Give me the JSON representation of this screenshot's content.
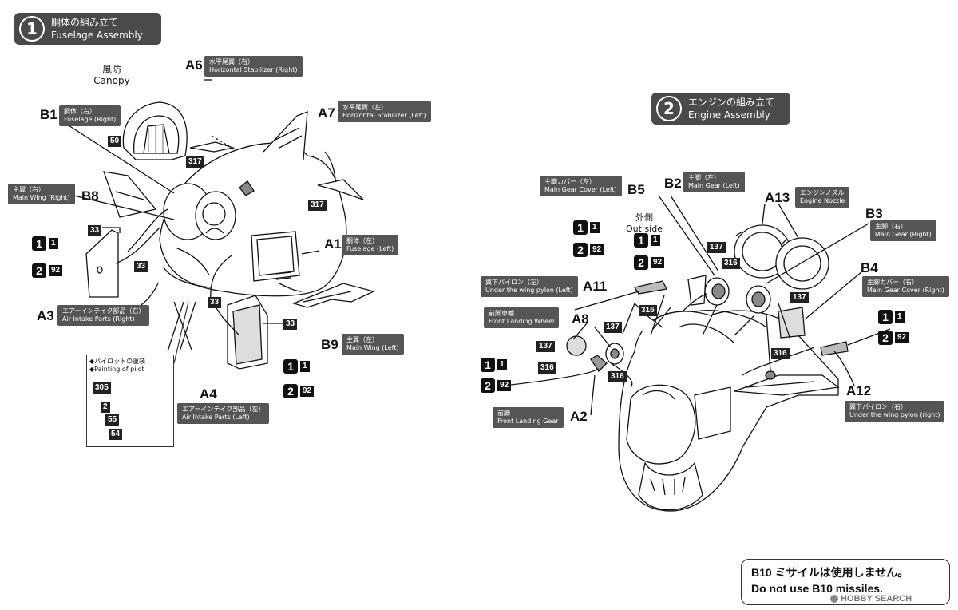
{
  "steps": [
    {
      "number": "1",
      "title_ja": "胴体の組み立て",
      "title_en": "Fuselage Assembly"
    },
    {
      "number": "2",
      "title_ja": "エンジンの組み立て",
      "title_en": "Engine Assembly"
    }
  ],
  "step1": {
    "canopy": {
      "ja": "風防",
      "en": "Canopy"
    },
    "parts": {
      "A6": {
        "id": "A6",
        "ja": "水平尾翼（右）",
        "en": "Horizontal Stabilizer (Right)"
      },
      "A7": {
        "id": "A7",
        "ja": "水平尾翼（左）",
        "en": "Horizontal Stabilizer (Left)"
      },
      "B1": {
        "id": "B1",
        "ja": "胴体（右）",
        "en": "Fuselage (Right)"
      },
      "B8": {
        "id": "B8",
        "ja": "主翼（右）",
        "en": "Main Wing (Right)"
      },
      "A1": {
        "id": "A1",
        "ja": "胴体（左）",
        "en": "Fuselage (Left)"
      },
      "A3": {
        "id": "A3",
        "ja": "エアーインテイク部品（右）",
        "en": "Air Intake Parts (Right)"
      },
      "B9": {
        "id": "B9",
        "ja": "主翼（左）",
        "en": "Main Wing (Left)"
      },
      "A4": {
        "id": "A4",
        "ja": "エアーインテイク部品（左）",
        "en": "Air Intake Parts (Left)"
      }
    },
    "numbers": [
      "50",
      "317",
      "317",
      "33",
      "33",
      "33",
      "33"
    ],
    "pilot": {
      "title1": "◆パイロットの塗装",
      "title2": "◆Painting of pilot",
      "codes": [
        "305",
        "2",
        "55",
        "54"
      ]
    },
    "color_codes": [
      {
        "badge": "1",
        "num": "1"
      },
      {
        "badge": "2",
        "num": "92"
      }
    ]
  },
  "step2": {
    "parts": {
      "B5": {
        "id": "B5",
        "ja": "主脚カバー（左）",
        "en": "Main Gear Cover (Left)"
      },
      "B2": {
        "id": "B2",
        "ja": "主脚（左）",
        "en": "Main Gear (Left)"
      },
      "A13": {
        "id": "A13",
        "ja": "エンジンノズル",
        "en": "Engine Nozzle"
      },
      "B3": {
        "id": "B3",
        "ja": "主脚（右）",
        "en": "Main Gear (Right)"
      },
      "B4": {
        "id": "B4",
        "ja": "主脚カバー（右）",
        "en": "Main Gear Cover (Right)"
      },
      "A11": {
        "id": "A11",
        "ja": "翼下パイロン（左）",
        "en": "Under the wing pylon (Left)"
      },
      "A8": {
        "id": "A8",
        "ja": "前脚車輪",
        "en": "Front Landing Wheel"
      },
      "A2": {
        "id": "A2",
        "ja": "前脚",
        "en": "Front Landing Gear"
      },
      "A12": {
        "id": "A12",
        "ja": "翼下パイロン（右）",
        "en": "Under the wing pylon (right)"
      }
    },
    "outside": {
      "ja": "外側",
      "en": "Out side"
    },
    "numbers": {
      "n137": "137",
      "n316": "316"
    }
  },
  "note": {
    "line1": "B10 ミサイルは使用しません。",
    "line2": "Do not use B10 missiles."
  },
  "watermark": "HOBBY SEARCH"
}
